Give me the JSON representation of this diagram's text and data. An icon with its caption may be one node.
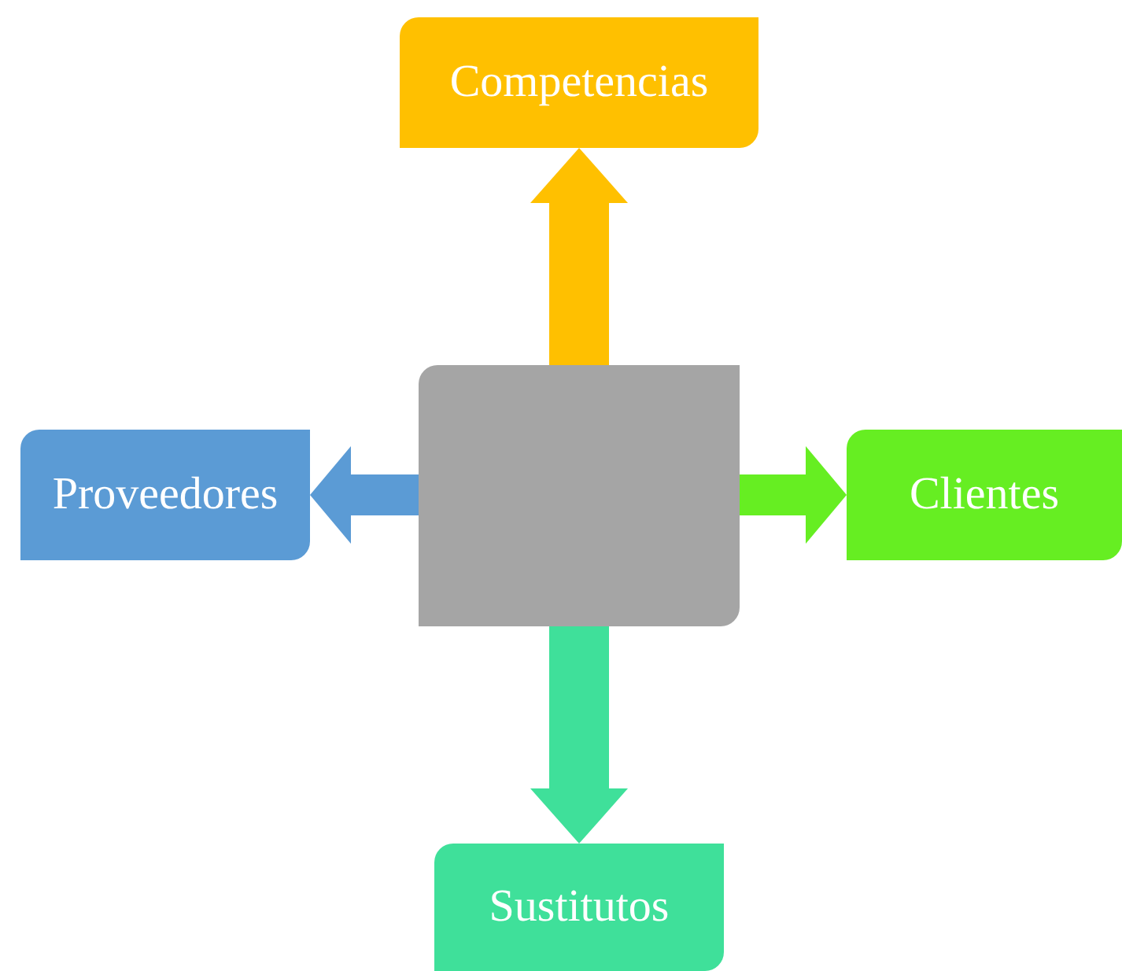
{
  "diagram": {
    "nodes": [
      {
        "text": [
          "Competencias"
        ]
      },
      {
        "text": [
          "Proveedores"
        ]
      },
      {
        "text": [],
        "shape": "box"
      },
      {
        "text": [
          "Clientes"
        ]
      },
      {
        "text": [
          "Sustitutos"
        ]
      }
    ],
    "edges": [
      {
        "from": 2,
        "to": 0,
        "arrow": "to",
        "color": "#ffc000"
      },
      {
        "from": 2,
        "to": 1,
        "arrow": "to",
        "color": "#5b9bd5"
      },
      {
        "from": 2,
        "to": 3,
        "arrow": "to",
        "color": "#66ee22"
      },
      {
        "from": 2,
        "to": 4,
        "arrow": "to",
        "color": "#3fe09a"
      }
    ]
  }
}
